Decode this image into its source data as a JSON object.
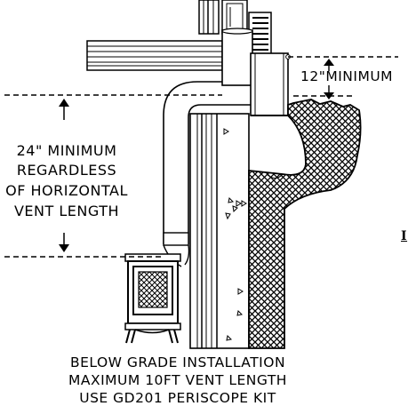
{
  "min_clearance_label": "12\"MINIMUM",
  "vertical_requirement_lines": [
    "24\" MINIMUM",
    "REGARDLESS",
    "OF HORIZONTAL",
    "VENT LENGTH"
  ],
  "caption_lines": [
    "BELOW GRADE INSTALLATION",
    "MAXIMUM 10FT VENT LENGTH",
    "USE GD201 PERISCOPE KIT"
  ],
  "edge_fragment": "I"
}
